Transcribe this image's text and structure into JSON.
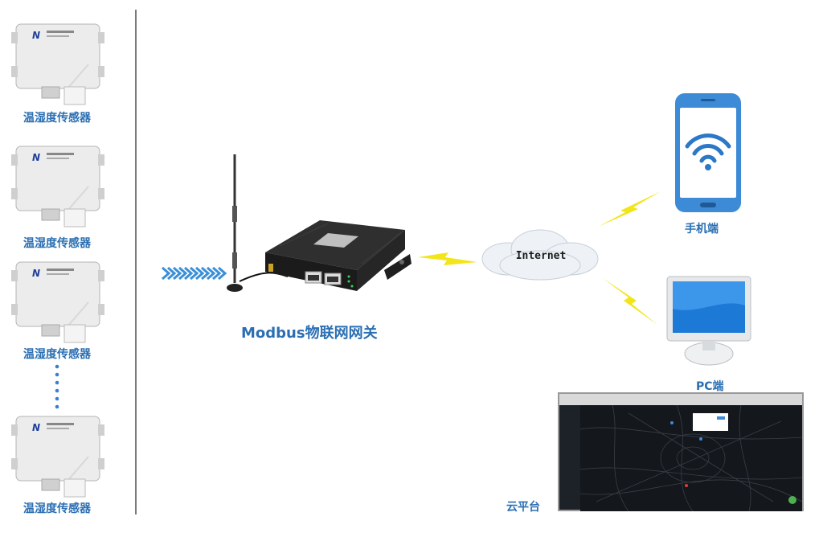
{
  "sensors": [
    {
      "label": "温湿度传感器"
    },
    {
      "label": "温湿度传感器"
    },
    {
      "label": "温湿度传感器"
    },
    {
      "label": "温湿度传感器"
    }
  ],
  "gateway": {
    "label": "Modbus物联网网关"
  },
  "cloud": {
    "text": "Internet"
  },
  "phone": {
    "label": "手机端"
  },
  "pc": {
    "label": "PC端"
  },
  "platform": {
    "label": "云平台"
  },
  "colors": {
    "label_blue": "#2b6fb3",
    "signal_yellow": "#f2e51a",
    "wave_blue": "#3a8fd8"
  }
}
